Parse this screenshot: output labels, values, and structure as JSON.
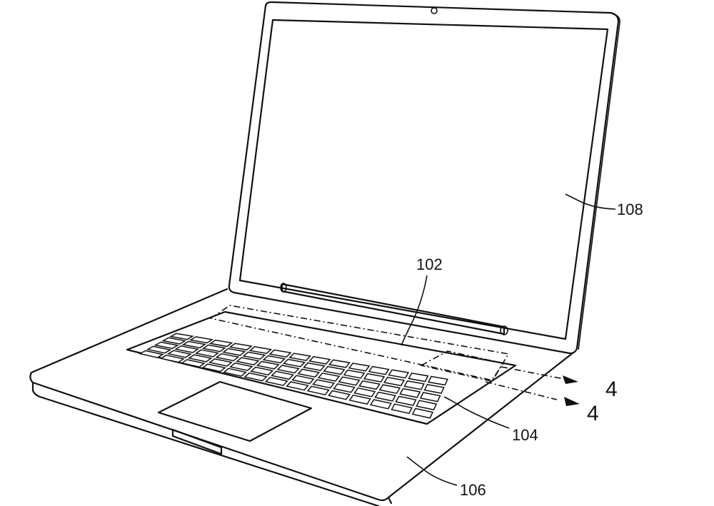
{
  "labels": {
    "keyboard": "102",
    "key": "104",
    "base": "106",
    "display": "108",
    "section_a": "4",
    "section_b": "4"
  }
}
